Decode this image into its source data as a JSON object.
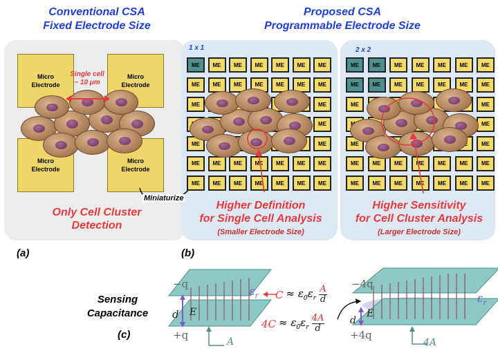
{
  "left_title": {
    "line1": "Conventional CSA",
    "line2": "Fixed Electrode Size"
  },
  "right_title": {
    "line1": "Proposed CSA",
    "line2": "Programmable Electrode Size"
  },
  "electrode_label_line1": "Micro",
  "electrode_label_line2": "Electrode",
  "single_cell": {
    "line1": "Single cell",
    "line2": "~ 10 μm"
  },
  "conventional_caption": {
    "line1": "Only Cell Cluster",
    "line2": "Detection"
  },
  "miniaturize": "Miniaturize",
  "grid1_label": "1 x 1",
  "grid2_label": "2 x 2",
  "me_label": "ME",
  "caption_mid": {
    "line1": "Higher Definition",
    "line2": "for Single Cell Analysis",
    "sub": "(Smaller Electrode Size)"
  },
  "caption_right": {
    "line1": "Higher Sensitivity",
    "line2": "for Cell Cluster Analysis",
    "sub": "(Larger Electrode Size)"
  },
  "panel_a": "(a)",
  "panel_b": "(b)",
  "panel_c": "(c)",
  "sensing": {
    "line1": "Sensing",
    "line2": "Capacitance"
  },
  "cap1": {
    "top_charge": "−q",
    "bottom_charge": "+q",
    "d": "d",
    "E": "E",
    "area": "A",
    "eps": "ε",
    "eps_sub": "r"
  },
  "cap2": {
    "top_charge": "−4q",
    "bottom_charge": "+4q",
    "d": "d",
    "E": "E",
    "area": "4A",
    "eps": "ε",
    "eps_sub": "r"
  },
  "formula1": {
    "lhs": "C",
    "approx": "≈ ε",
    "sub0": "0",
    "eps": "ε",
    "subr": "r",
    "num": "A",
    "den": "d"
  },
  "formula2": {
    "lhs": "4C",
    "approx": "≈ ε",
    "sub0": "0",
    "eps": "ε",
    "subr": "r",
    "num": "4A",
    "den": "d"
  },
  "colors": {
    "title_blue": "#1f3fd0",
    "caption_red": "#e8393a",
    "electrode_yellow": "#f5dc6a",
    "selected_teal": "#4e8f8f",
    "plate_teal": "#8ec8c4",
    "panel_gray": "#ececec",
    "panel_blue": "#dde8f5"
  }
}
